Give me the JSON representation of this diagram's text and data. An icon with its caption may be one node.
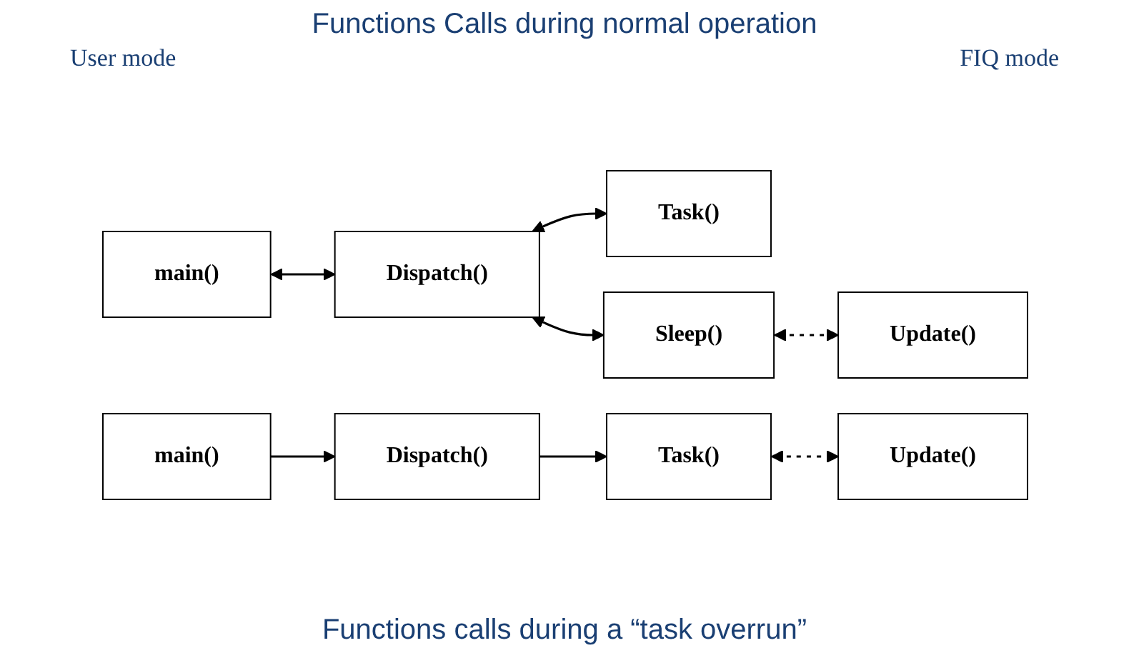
{
  "diagram": {
    "title": "Functions Calls during normal operation",
    "nodes": [
      {
        "text": [
          "main()"
        ]
      },
      {
        "text": [
          "Dispatch()"
        ]
      },
      {
        "text": [
          "Task()"
        ]
      },
      {
        "text": [
          "Sleep()"
        ]
      },
      {
        "text": [
          "Update()"
        ]
      },
      {
        "text": [
          "main()"
        ]
      },
      {
        "text": [
          "Dispatch()"
        ]
      },
      {
        "text": [
          "Task()"
        ]
      },
      {
        "text": [
          "Update()"
        ]
      }
    ],
    "edges": [
      {
        "from": 0,
        "to": 1,
        "arrow": "both"
      },
      {
        "from": 1,
        "to": 2,
        "arrow": "both"
      },
      {
        "from": 1,
        "to": 3,
        "arrow": "both"
      },
      {
        "from": 3,
        "to": 4,
        "arrow": "both",
        "style": "dashed"
      },
      {
        "from": 5,
        "to": 6,
        "arrow": "to"
      },
      {
        "from": 6,
        "to": 7,
        "arrow": "to"
      },
      {
        "from": 7,
        "to": 8,
        "arrow": "both",
        "style": "dashed"
      }
    ],
    "labels": [
      "User mode",
      "FIQ mode",
      "Functions calls during a “task overrun”"
    ]
  }
}
